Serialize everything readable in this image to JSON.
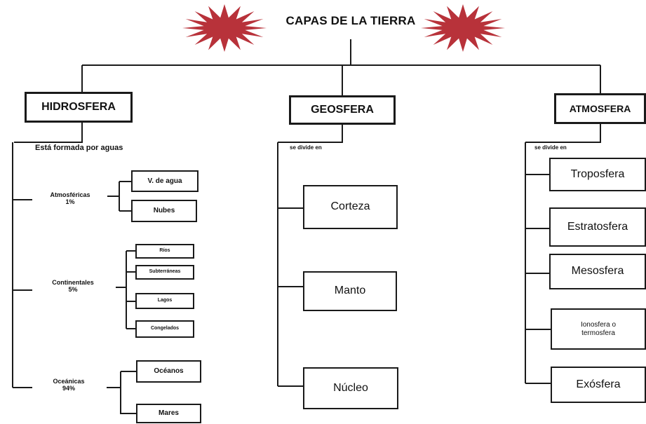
{
  "title": "CAPAS DE LA TIERRA",
  "colors": {
    "line": "#1a1a1a",
    "burst": "#b8323a",
    "background": "#ffffff"
  },
  "branches": [
    {
      "label": "HIDROSFERA",
      "connector": "Está formada por aguas",
      "groups": [
        {
          "name": "Atmosféricas",
          "percent": "1%",
          "items": [
            "V. de agua",
            "Nubes"
          ]
        },
        {
          "name": "Continentales",
          "percent": "5%",
          "items": [
            "Ríos",
            "Subterráneas",
            "Lagos",
            "Congelados"
          ]
        },
        {
          "name": "Oceánicas",
          "percent": "94%",
          "items": [
            "Océanos",
            "Mares"
          ]
        }
      ]
    },
    {
      "label": "GEOSFERA",
      "connector": "se divide en",
      "items": [
        "Corteza",
        "Manto",
        "Núcleo"
      ]
    },
    {
      "label": "ATMOSFERA",
      "connector": "se divide en",
      "items": [
        "Troposfera",
        "Estratosfera",
        "Mesosfera",
        "Ionosfera o termosfera",
        "Exósfera"
      ]
    }
  ]
}
